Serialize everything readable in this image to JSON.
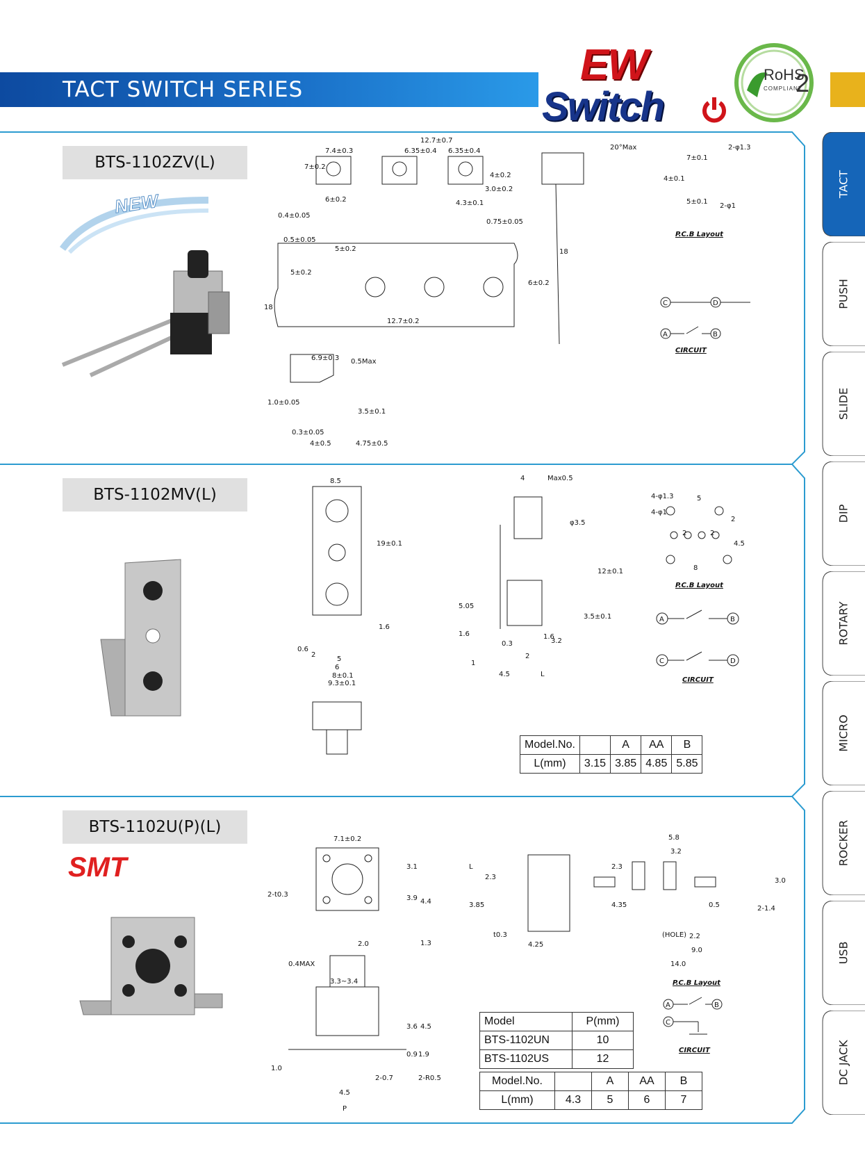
{
  "header": {
    "title": "TACT SWITCH  SERIES",
    "logo_top": "EW",
    "logo_bottom": "Switch",
    "rohs_text": "RoHS",
    "rohs_num": "2",
    "rohs_sub": "COMPLIANT",
    "brand_red": "#d0141a",
    "brand_blue": "#17348a",
    "accent_gold": "#e8b21c",
    "bar_blue": "#1a70c8"
  },
  "sidebar": {
    "tabs": [
      {
        "label": "TACT",
        "active": true
      },
      {
        "label": "PUSH"
      },
      {
        "label": "SLIDE"
      },
      {
        "label": "DIP"
      },
      {
        "label": "ROTARY"
      },
      {
        "label": "MICRO"
      },
      {
        "label": "ROCKER"
      },
      {
        "label": "USB"
      },
      {
        "label": "DC JACK"
      }
    ]
  },
  "sections": [
    {
      "model": "BTS-1102ZV(L)",
      "badge": "NEW",
      "dims": [
        "7.4±0.3",
        "12.7±0.7",
        "6.35±0.4",
        "6.35±0.4",
        "7±0.2",
        "6±0.2",
        "4.3±0.1",
        "3.0±0.2",
        "4±0.2",
        "0.4±0.05",
        "0.75±0.05",
        "0.5±0.05",
        "5±0.2",
        "5±0.2",
        "6±0.2",
        "12.7±0.2",
        "6.9±0.3",
        "0.5Max",
        "1.0±0.05",
        "3.5±0.1",
        "0.3±0.05",
        "4±0.5",
        "4.75±0.5",
        "20°Max",
        "7±0.1",
        "2-φ1.3",
        "4±0.1",
        "5±0.1",
        "2-φ1"
      ],
      "dim_18_a": "18",
      "dim_18_b": "18",
      "pcb_label": "P.C.B Layout",
      "circuit_label": "CIRCUIT",
      "circuit_nodes": [
        "C",
        "D",
        "A",
        "B"
      ]
    },
    {
      "model": "BTS-1102MV(L)",
      "dims": [
        "8.5",
        "19±0.1",
        "0.6",
        "2",
        "5",
        "6",
        "8±0.1",
        "9.3±0.1",
        "1.6",
        "4",
        "Max0.5",
        "φ3.5",
        "12±0.1",
        "5.05",
        "1.6",
        "0.3",
        "2",
        "1.6",
        "3.2",
        "3.5±0.1",
        "1",
        "4.5",
        "L",
        "4-φ1.3",
        "5",
        "4-φ1",
        "2",
        "2",
        "2",
        "4.5",
        "8"
      ],
      "pcb_label": "P.C.B Layout",
      "circuit_label": "CIRCUIT",
      "circuit_nodes": [
        "A",
        "B",
        "C",
        "D"
      ],
      "table": {
        "header": [
          "Model.No.",
          "",
          "A",
          "AA",
          "B"
        ],
        "row": [
          "L(mm)",
          "3.15",
          "3.85",
          "4.85",
          "5.85"
        ]
      }
    },
    {
      "model": "BTS-1102U(P)(L)",
      "tag": "SMT",
      "dims": [
        "7.1±0.2",
        "3.1",
        "2-t0.3",
        "3.9",
        "4.4",
        "2.0",
        "1.3",
        "L",
        "2.3",
        "3.85",
        "t0.3",
        "4.25",
        "5.8",
        "3.2",
        "2.3",
        "3.0",
        "4.35",
        "0.5",
        "2-1.4",
        "(HOLE)",
        "2.2",
        "9.0",
        "14.0",
        "0.4MAX",
        "3.3~3.4",
        "3.6",
        "4.5",
        "1.0",
        "0.9",
        "1.9",
        "2-0.7",
        "2-R0.5",
        "4.5",
        "P"
      ],
      "pcb_label": "P.C.B Layout",
      "circuit_label": "CIRCUIT",
      "circuit_nodes": [
        "A",
        "B",
        "C"
      ],
      "table_p": {
        "header": [
          "Model",
          "P(mm)"
        ],
        "rows": [
          [
            "BTS-1102UN",
            "10"
          ],
          [
            "BTS-1102US",
            "12"
          ]
        ]
      },
      "table_l": {
        "header": [
          "Model.No.",
          "",
          "A",
          "AA",
          "B"
        ],
        "row": [
          "L(mm)",
          "4.3",
          "5",
          "6",
          "7"
        ]
      }
    }
  ]
}
